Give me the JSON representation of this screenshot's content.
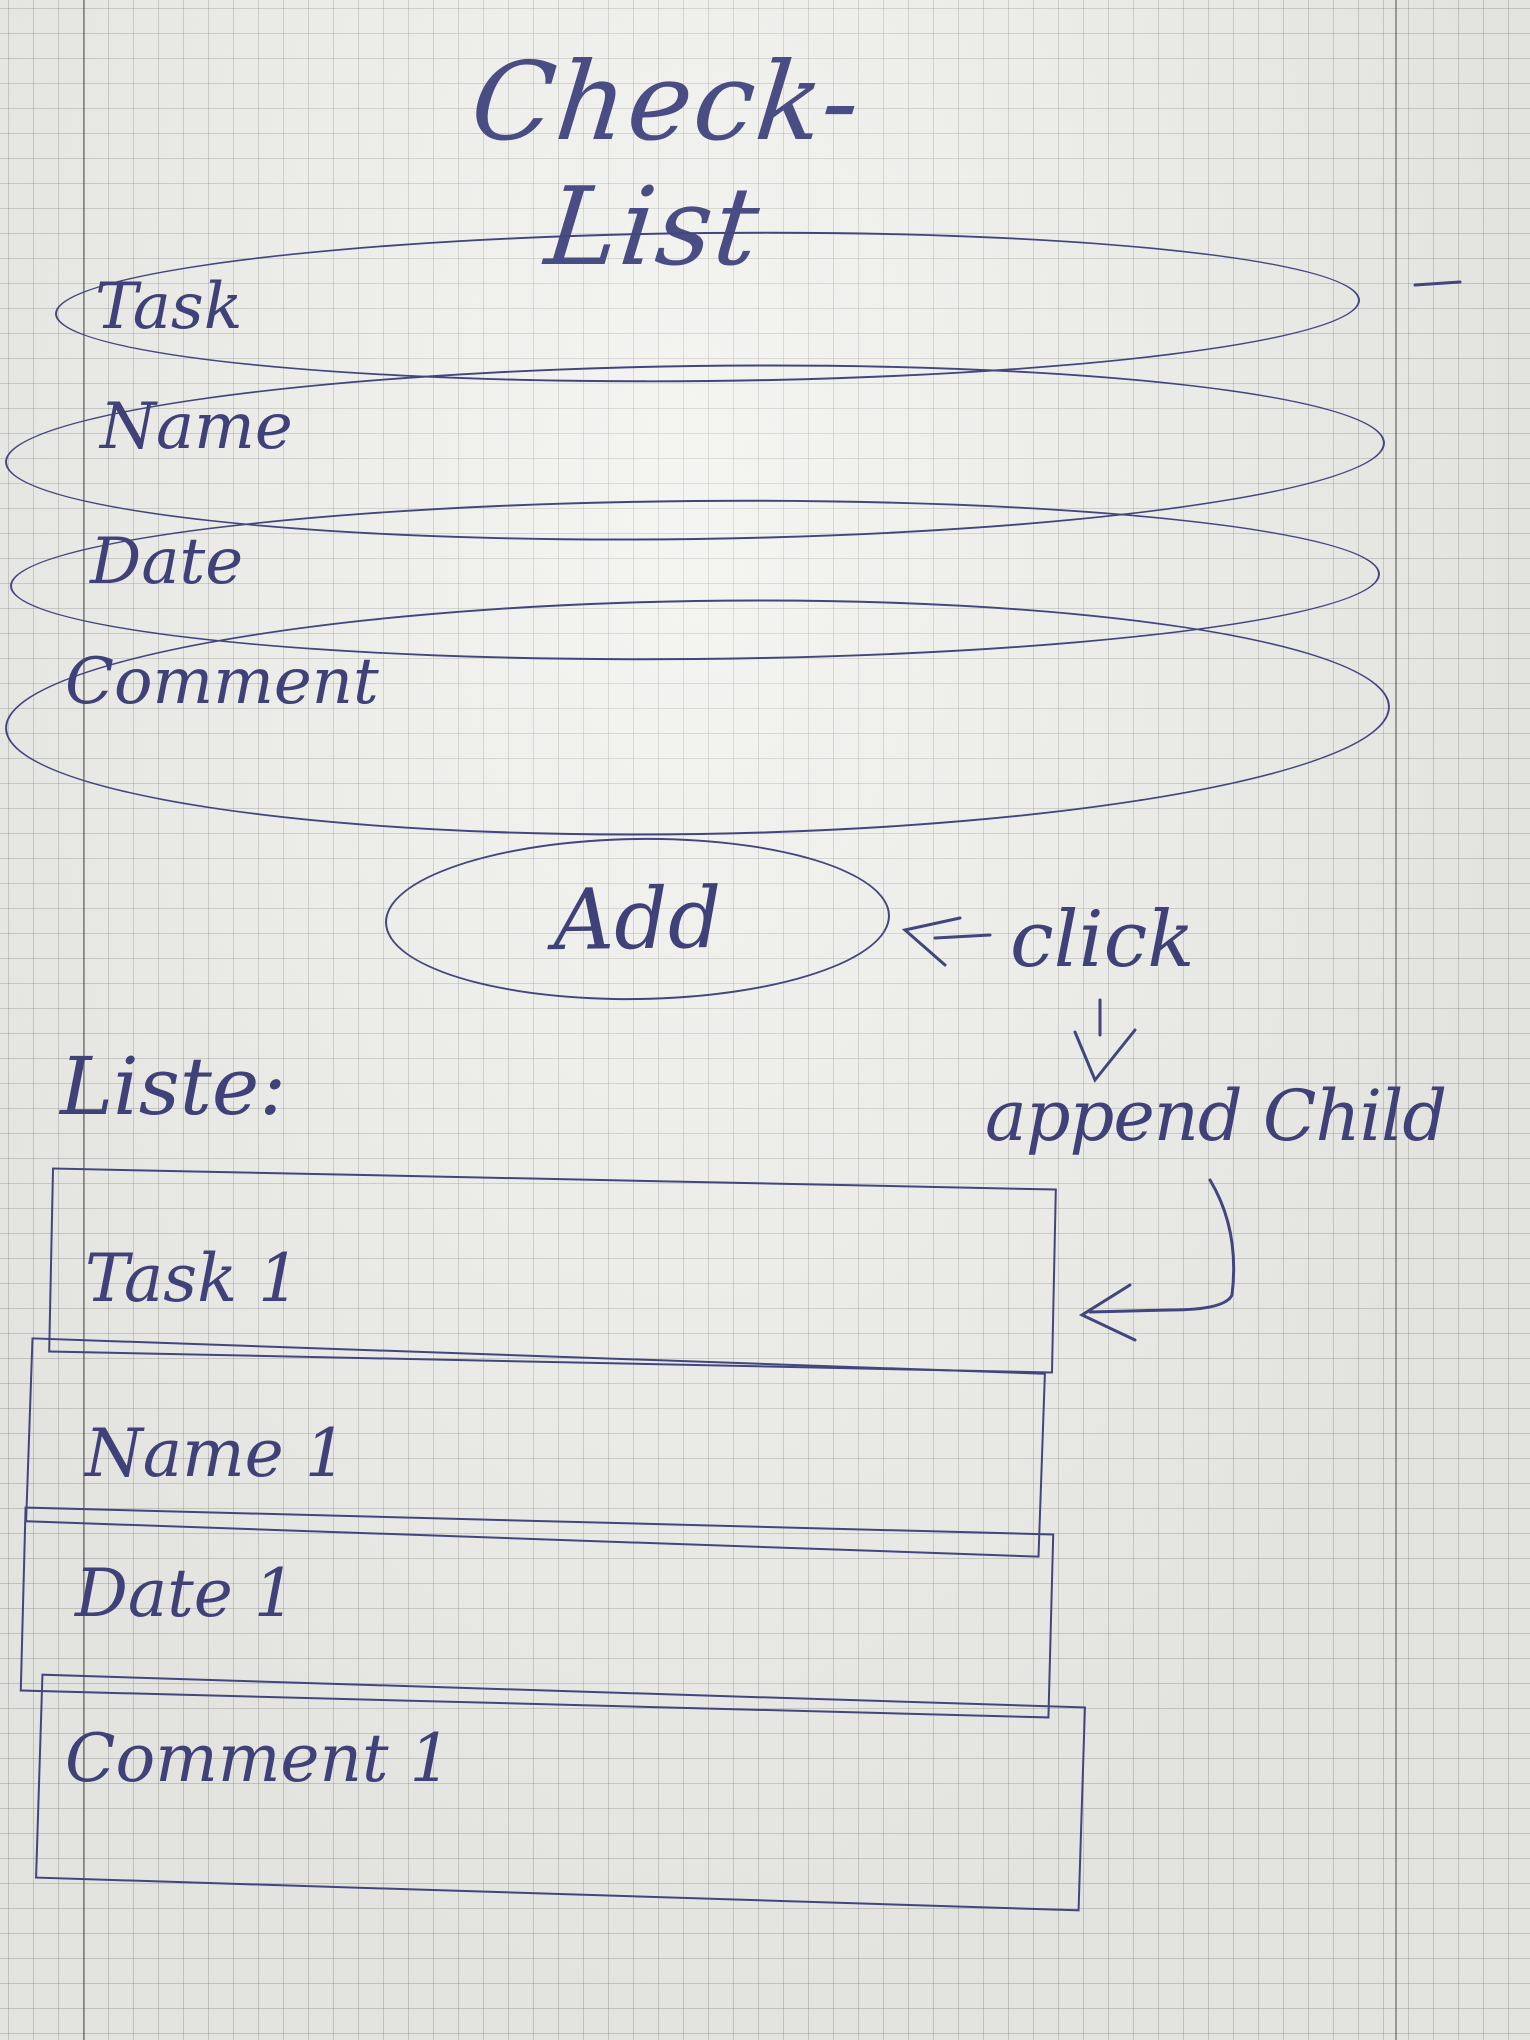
{
  "title": "Check-List",
  "form": {
    "fields": [
      {
        "label": "Task"
      },
      {
        "label": "Name"
      },
      {
        "label": "Date"
      },
      {
        "label": "Comment"
      }
    ],
    "add_button": "Add"
  },
  "annotations": {
    "click": "click",
    "append_child": "append Child"
  },
  "list": {
    "heading": "Liste:",
    "items": [
      {
        "text": "Task 1"
      },
      {
        "text": "Name 1"
      },
      {
        "text": "Date 1"
      },
      {
        "text": "Comment 1"
      }
    ]
  },
  "colors": {
    "ink": "#3f4178",
    "paper": "#efefeb",
    "grid": "#8c8c8c"
  }
}
